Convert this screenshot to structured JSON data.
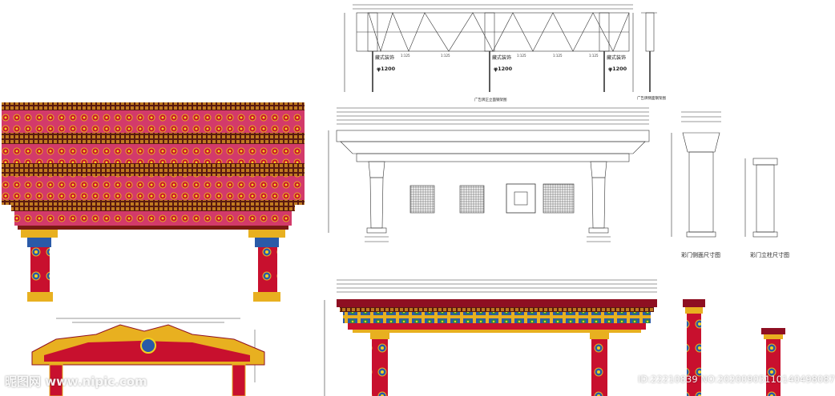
{
  "colors": {
    "red": "#c8102e",
    "deep_red": "#8e0f22",
    "pink": "#d33a6a",
    "gold": "#e8b020",
    "yellow": "#f2d21e",
    "blue": "#2a5aa8",
    "green": "#2f8a3c",
    "line": "#333333"
  },
  "frame_drawing": {
    "labels": [
      "藏式装饰",
      "藏式装饰",
      "藏式装饰"
    ],
    "diameters": [
      "φ1200",
      "φ1200",
      "φ1200"
    ],
    "slope_labels": [
      "1:125",
      "1:125",
      "1:125",
      "1:125",
      "1:125"
    ],
    "caption": "广告牌正立面钢架图",
    "side_caption": "广告牌侧面钢架图"
  },
  "side_views": {
    "caption_left": "彩门侧面尺寸图",
    "caption_right": "彩门立柱尺寸图"
  },
  "watermark": {
    "site": "昵图网 www.nipic.com",
    "id": "ID:22210839 NO:20200905110140498087"
  }
}
